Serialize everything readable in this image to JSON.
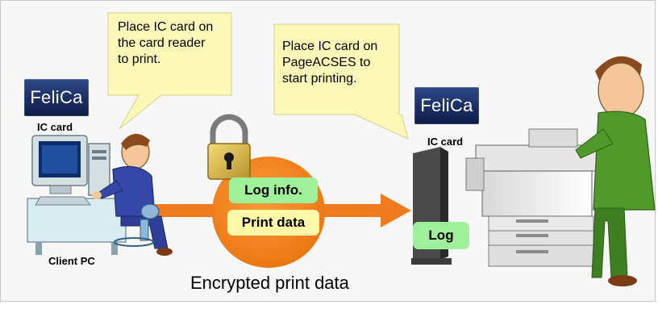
{
  "bubbles": {
    "left": [
      "Place IC card on",
      "the card reader",
      "to print."
    ],
    "right": [
      "Place IC card on",
      "PageACSES to",
      "start  printing."
    ]
  },
  "labels": {
    "felica_brand": "FeliCa",
    "ic_card_left": "IC card",
    "ic_card_right": "IC card",
    "client_pc": "Client PC",
    "log_info": "Log info.",
    "print_data": "Print data",
    "log": "Log",
    "encrypted_print_data": "Encrypted print data"
  },
  "colors": {
    "bubble": "#fdf8b8",
    "arrow": "#f07a1e",
    "circle": "#f58a1f",
    "log_pill": "#9ef09a",
    "print_pill": "#fff9a8",
    "felica_card": "#1b2e63"
  },
  "icons": [
    "padlock-icon",
    "computer-icon",
    "person-icon",
    "card-reader-icon",
    "copier-icon"
  ]
}
